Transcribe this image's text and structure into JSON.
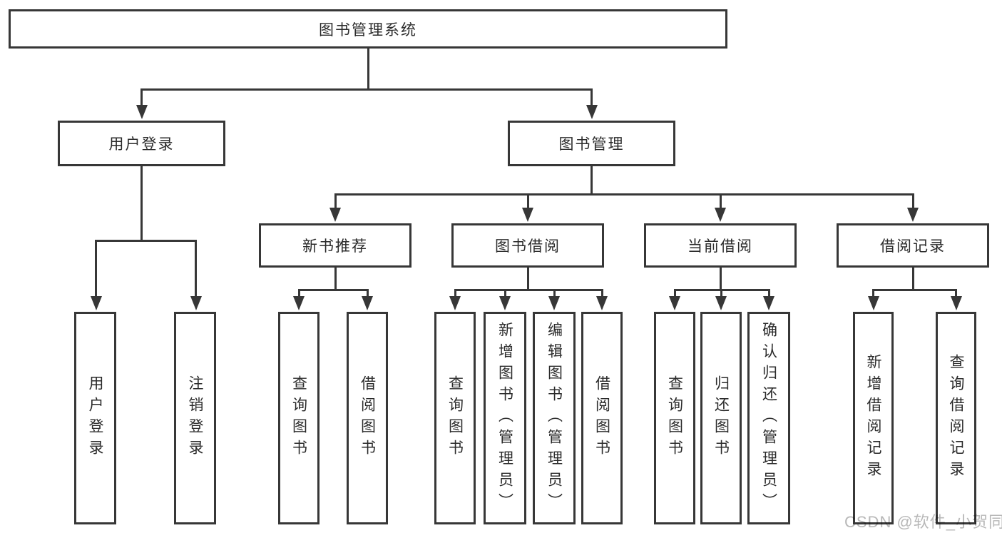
{
  "diagram": {
    "root": {
      "label": "图书管理系统"
    },
    "level2": [
      {
        "label": "用户登录",
        "children": [
          {
            "label": "用户登录"
          },
          {
            "label": "注销登录"
          }
        ]
      },
      {
        "label": "图书管理"
      }
    ],
    "level3": [
      {
        "label": "新书推荐",
        "children": [
          {
            "label": "查询图书"
          },
          {
            "label": "借阅图书"
          }
        ]
      },
      {
        "label": "图书借阅",
        "children": [
          {
            "label": "查询图书"
          },
          {
            "label": "新增图书（管理员）"
          },
          {
            "label": "编辑图书（管理员）"
          },
          {
            "label": "借阅图书"
          }
        ]
      },
      {
        "label": "当前借阅",
        "children": [
          {
            "label": "查询图书"
          },
          {
            "label": "归还图书"
          },
          {
            "label": "确认归还（管理员）"
          }
        ]
      },
      {
        "label": "借阅记录",
        "children": [
          {
            "label": "新增借阅记录"
          },
          {
            "label": "查询借阅记录"
          }
        ]
      }
    ]
  },
  "watermark": {
    "text": "CSDN @软件_小贺同学"
  },
  "colors": {
    "line": "#373737",
    "text": "#2b2b2b",
    "watermark": "#b8b8b8",
    "background": "#ffffff"
  }
}
